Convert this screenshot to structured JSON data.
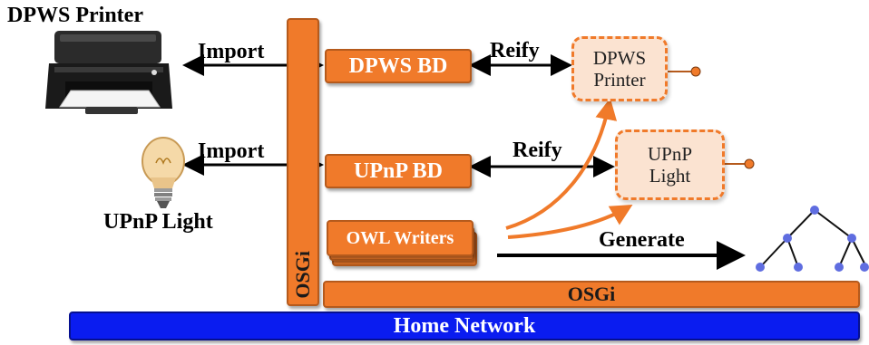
{
  "devices": {
    "printer_label": "DPWS Printer",
    "light_label": "UPnP Light"
  },
  "arrows": {
    "import_top": "Import",
    "import_bottom": "Import",
    "reify_top": "Reify",
    "reify_bottom": "Reify",
    "generate": "Generate"
  },
  "boxes": {
    "dpws_bd": "DPWS BD",
    "upnp_bd": "UPnP BD",
    "owl_writers": "OWL Writers",
    "osgi_vertical": "OSGi",
    "osgi_horizontal": "OSGi",
    "home_network": "Home Network"
  },
  "proxies": {
    "dpws_line1": "DPWS",
    "dpws_line2": "Printer",
    "upnp_line1": "UPnP",
    "upnp_line2": "Light"
  },
  "colors": {
    "orange": "#f07a2a",
    "network_blue": "#0a1cf0",
    "tree_node": "#5f6de0"
  }
}
